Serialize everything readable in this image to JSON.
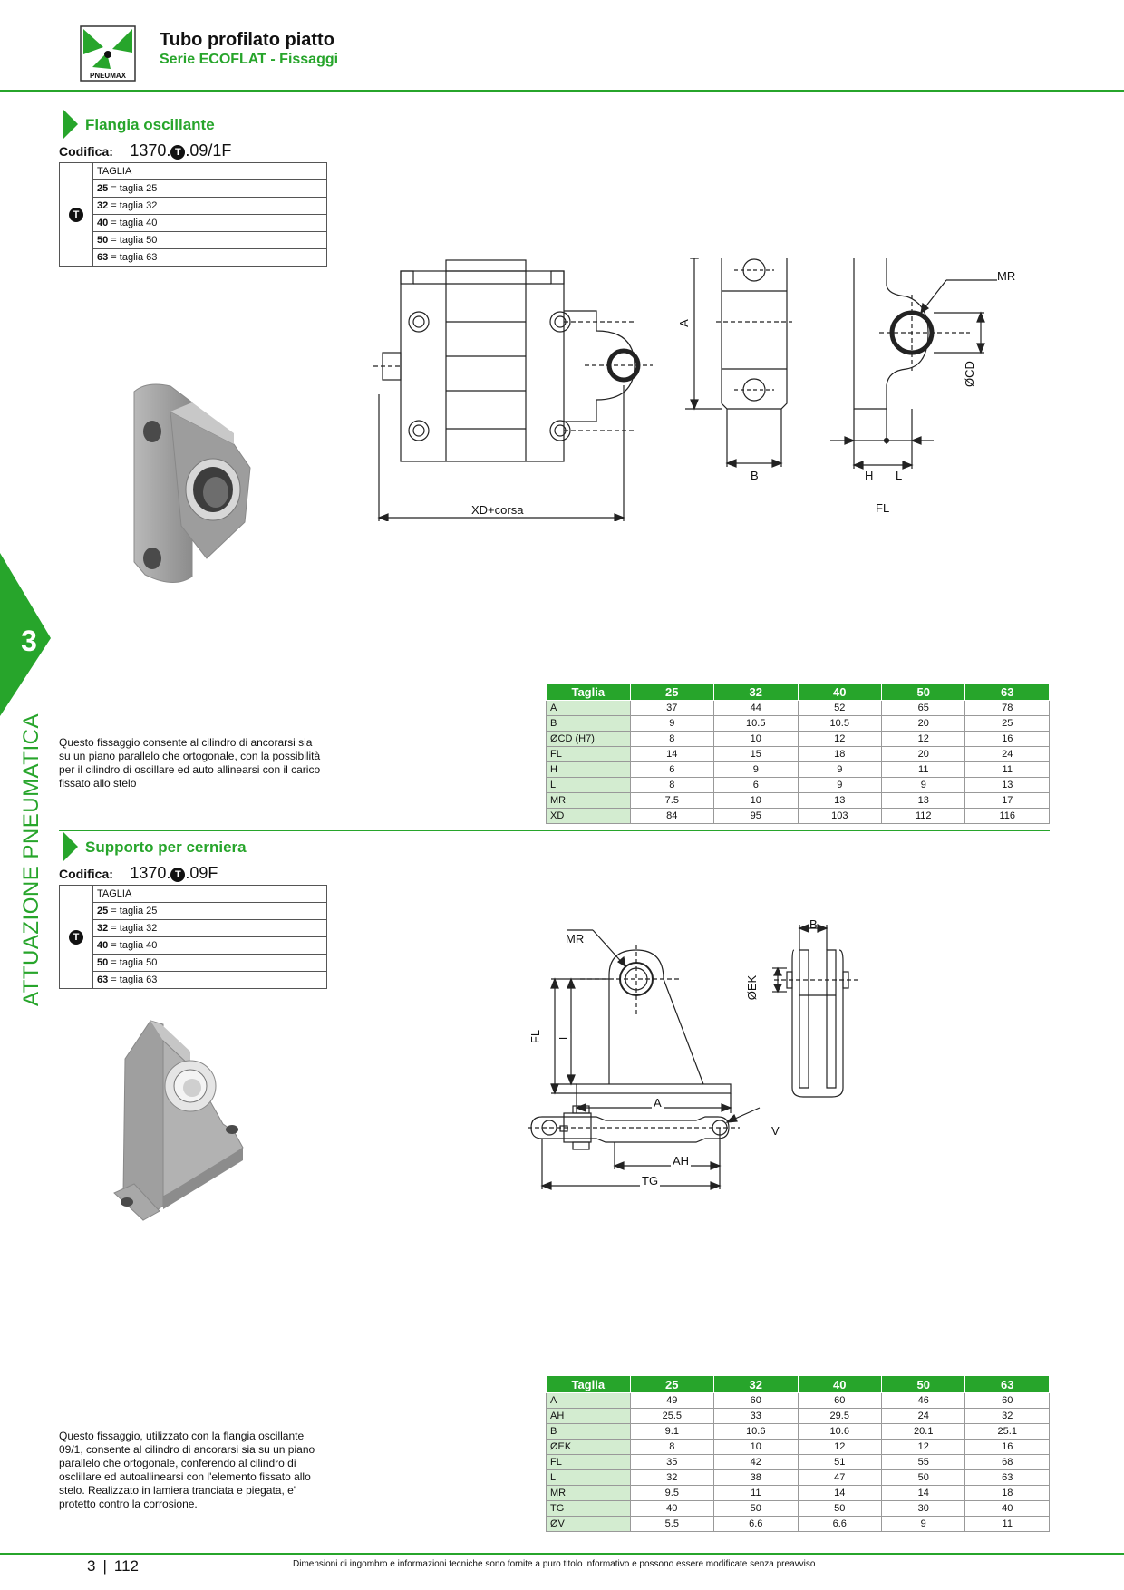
{
  "header": {
    "logo_text": "PNEUMAX",
    "title": "Tubo profilato piatto",
    "subtitle": "Serie ECOFLAT - Fissaggi"
  },
  "side": {
    "chapter": "3",
    "text": "ATTUAZIONE PNEUMATICA"
  },
  "symbols": {
    "taglia_code": "T"
  },
  "colors": {
    "accent": "#27a52b",
    "row_label_bg": "#d3ecd0"
  },
  "section1": {
    "title": "Flangia oscillante",
    "codifica_label": "Codifica:",
    "code_prefix": "1370.",
    "code_suffix": ".09/1F",
    "taglia_header": "TAGLIA",
    "taglia_rows": [
      {
        "num": "25",
        "text": " = taglia 25"
      },
      {
        "num": "32",
        "text": " = taglia 32"
      },
      {
        "num": "40",
        "text": " = taglia 40"
      },
      {
        "num": "50",
        "text": " = taglia 50"
      },
      {
        "num": "63",
        "text": " = taglia 63"
      }
    ],
    "drawing_labels": {
      "xd": "XD+corsa",
      "a": "A",
      "b": "B",
      "h": "H",
      "l": "L",
      "fl": "FL",
      "mr": "MR",
      "cd": "ØCD"
    },
    "description": "Questo fissaggio consente al cilindro di ancorarsi sia su un piano parallelo che ortogonale, con la possibilità per il cilindro di oscillare ed auto allinearsi con il carico fissato allo stelo",
    "table": {
      "header": [
        "Taglia",
        "25",
        "32",
        "40",
        "50",
        "63"
      ],
      "rows": [
        [
          "A",
          "37",
          "44",
          "52",
          "65",
          "78"
        ],
        [
          "B",
          "9",
          "10.5",
          "10.5",
          "20",
          "25"
        ],
        [
          "ØCD (H7)",
          "8",
          "10",
          "12",
          "12",
          "16"
        ],
        [
          "FL",
          "14",
          "15",
          "18",
          "20",
          "24"
        ],
        [
          "H",
          "6",
          "9",
          "9",
          "11",
          "11"
        ],
        [
          "L",
          "8",
          "6",
          "9",
          "9",
          "13"
        ],
        [
          "MR",
          "7.5",
          "10",
          "13",
          "13",
          "17"
        ],
        [
          "XD",
          "84",
          "95",
          "103",
          "112",
          "116"
        ]
      ]
    }
  },
  "section2": {
    "title": "Supporto per cerniera",
    "codifica_label": "Codifica:",
    "code_prefix": "1370.",
    "code_suffix": ".09F",
    "taglia_header": "TAGLIA",
    "taglia_rows": [
      {
        "num": "25",
        "text": " = taglia 25"
      },
      {
        "num": "32",
        "text": " = taglia 32"
      },
      {
        "num": "40",
        "text": " = taglia 40"
      },
      {
        "num": "50",
        "text": " = taglia 50"
      },
      {
        "num": "63",
        "text": " = taglia 63"
      }
    ],
    "drawing_labels": {
      "mr": "MR",
      "fl": "FL",
      "l": "L",
      "a": "A",
      "b": "B",
      "ek": "ØEK",
      "v": "V",
      "ah": "AH",
      "tg": "TG"
    },
    "description": "Questo fissaggio, utilizzato con la flangia oscillante 09/1, consente al cilindro di ancorarsi sia su un piano parallelo che ortogonale, conferendo al cilindro di osclillare ed autoallinearsi con l'elemento fissato allo stelo. Realizzato in lamiera tranciata e piegata, e' protetto contro la corrosione.",
    "table": {
      "header": [
        "Taglia",
        "25",
        "32",
        "40",
        "50",
        "63"
      ],
      "rows": [
        [
          "A",
          "49",
          "60",
          "60",
          "46",
          "60"
        ],
        [
          "AH",
          "25.5",
          "33",
          "29.5",
          "24",
          "32"
        ],
        [
          "B",
          "9.1",
          "10.6",
          "10.6",
          "20.1",
          "25.1"
        ],
        [
          "ØEK",
          "8",
          "10",
          "12",
          "12",
          "16"
        ],
        [
          "FL",
          "35",
          "42",
          "51",
          "55",
          "68"
        ],
        [
          "L",
          "32",
          "38",
          "47",
          "50",
          "63"
        ],
        [
          "MR",
          "9.5",
          "11",
          "14",
          "14",
          "18"
        ],
        [
          "TG",
          "40",
          "50",
          "50",
          "30",
          "40"
        ],
        [
          "ØV",
          "5.5",
          "6.6",
          "6.6",
          "9",
          "11"
        ]
      ]
    }
  },
  "footer": {
    "chapter": "3",
    "page": "112",
    "note": "Dimensioni di ingombro e informazioni tecniche sono fornite a puro titolo informativo e possono essere modificate senza preavviso"
  }
}
